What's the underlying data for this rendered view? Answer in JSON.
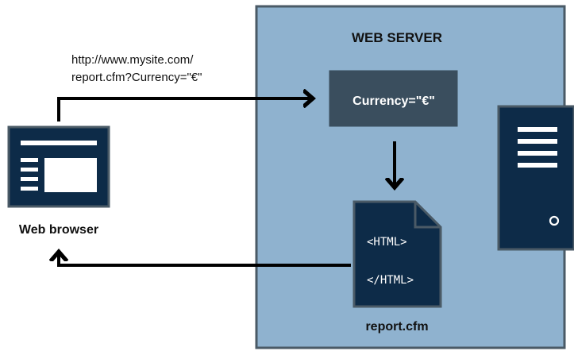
{
  "server": {
    "title": "WEB SERVER"
  },
  "request": {
    "url_line1": "http://www.mysite.com/",
    "url_line2": "report.cfm?Currency=\"€\""
  },
  "param_box": {
    "label": "Currency=\"€\""
  },
  "file": {
    "open_tag": "<HTML>",
    "close_tag": "</HTML>",
    "name": "report.cfm"
  },
  "browser": {
    "label": "Web browser"
  },
  "colors": {
    "server_bg": "#8fb2cf",
    "dark_navy": "#0d2b48",
    "param_box": "#3a4e5e",
    "outline": "#4a5a66",
    "arrow": "#000000"
  }
}
